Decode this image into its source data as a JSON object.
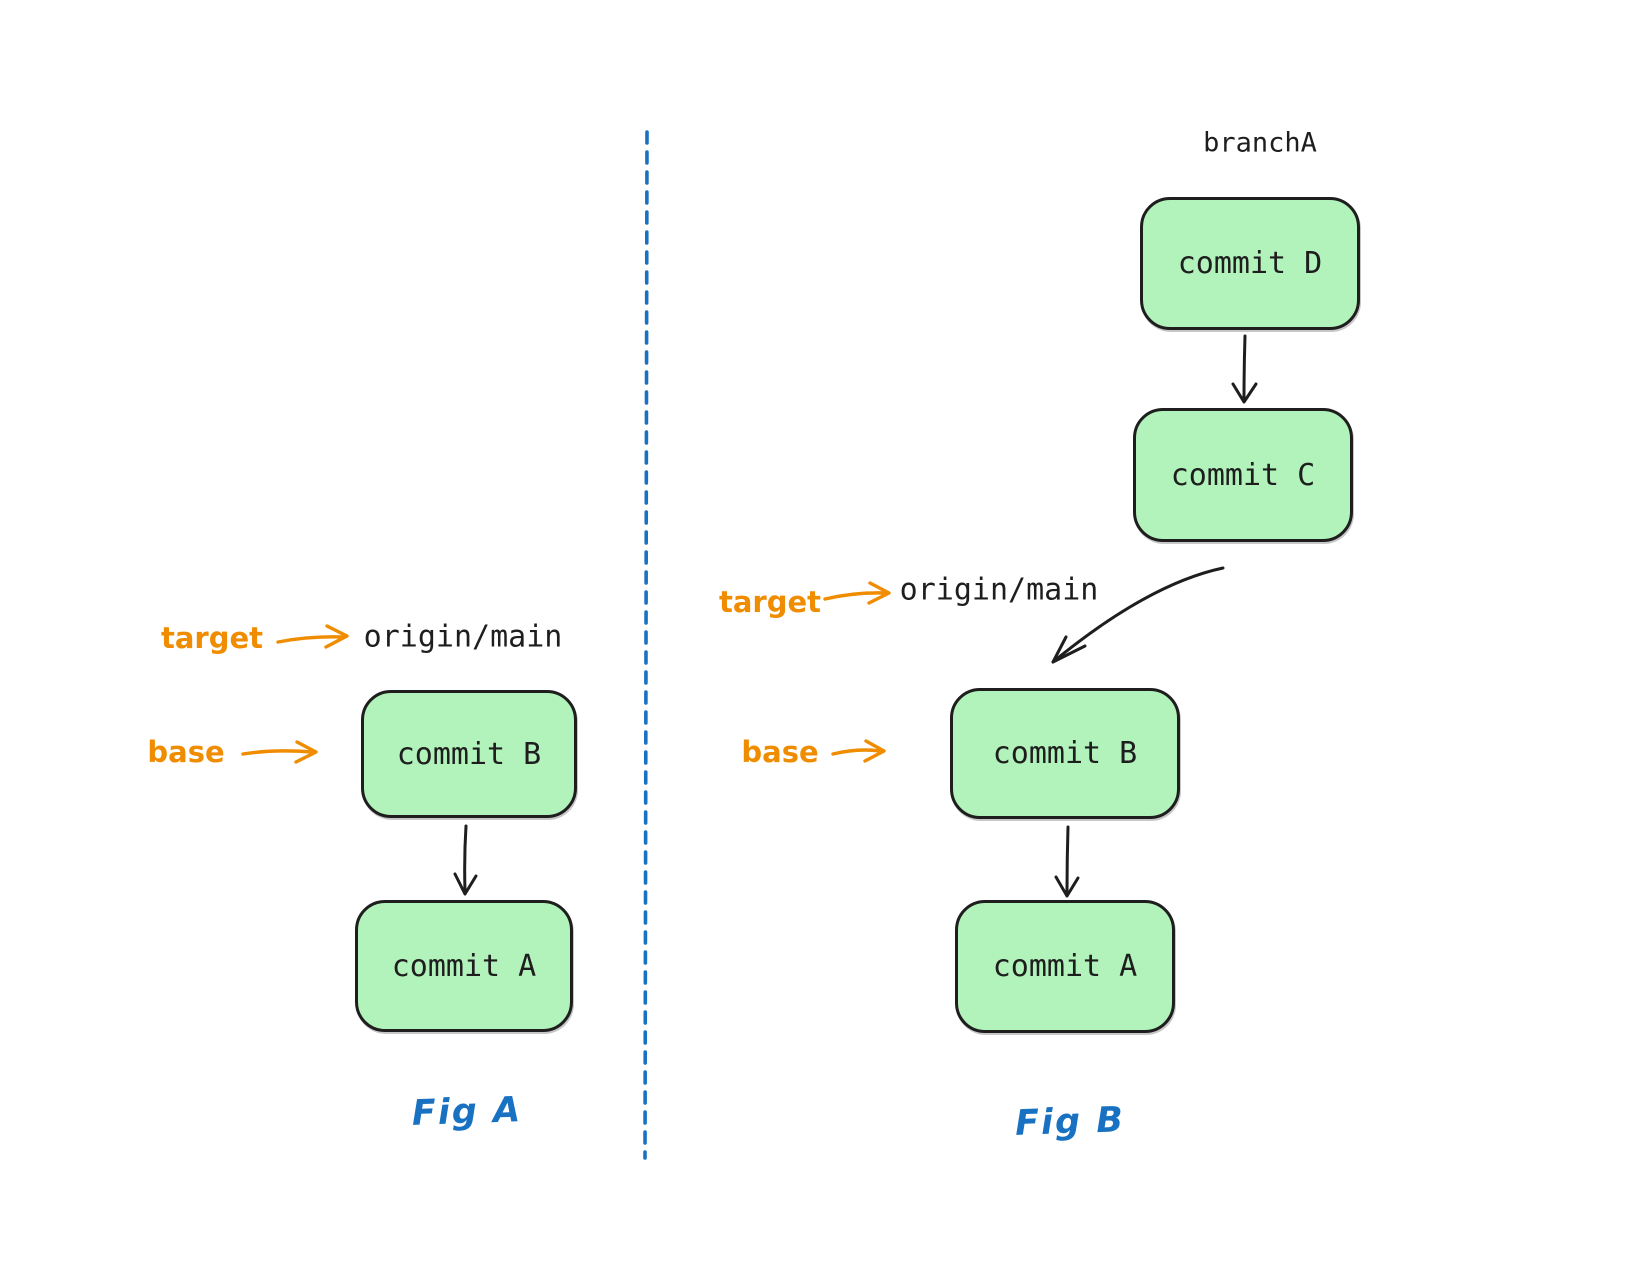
{
  "fig_a": {
    "caption": "Fig A",
    "labels": {
      "target": "target",
      "target_ref": "origin/main",
      "base": "base"
    },
    "commits": {
      "b": "commit B",
      "a": "commit A"
    },
    "edges": [
      "commit B -> commit A"
    ]
  },
  "fig_b": {
    "caption": "Fig B",
    "branch": "branchA",
    "labels": {
      "target": "target",
      "target_ref": "origin/main",
      "base": "base"
    },
    "commits": {
      "d": "commit D",
      "c": "commit C",
      "b": "commit B",
      "a": "commit A"
    },
    "edges": [
      "commit D -> commit C",
      "commit C -> commit B (curved)",
      "commit B -> commit A"
    ]
  },
  "colors": {
    "commit_fill": "#b2f2bb",
    "ink": "#1e1e1e",
    "accent_orange": "#f08c00",
    "accent_blue": "#1971c2",
    "bg": "#ffffff"
  }
}
